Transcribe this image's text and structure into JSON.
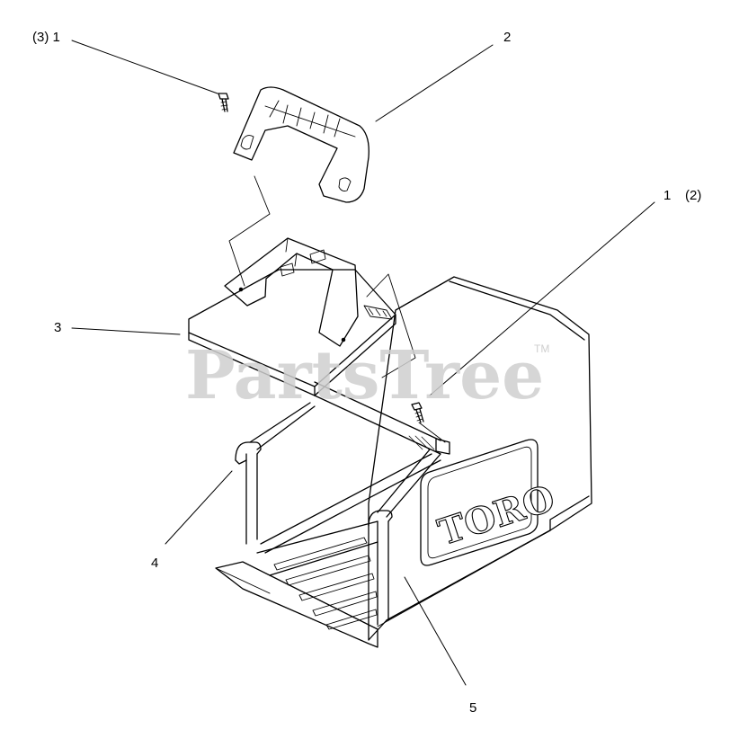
{
  "diagram": {
    "callouts": {
      "c1_top": "(3) 1",
      "c2": "2",
      "c1_right_num": "1",
      "c1_right_qty": "(2)",
      "c3": "3",
      "c4": "4",
      "c5": "5"
    },
    "watermark": {
      "text": "PartsTree",
      "tm": "TM"
    },
    "brand_logo": {
      "text": "TORO"
    }
  },
  "colors": {
    "line": "#000000",
    "watermark": "#cfcfcf",
    "background": "#ffffff"
  }
}
